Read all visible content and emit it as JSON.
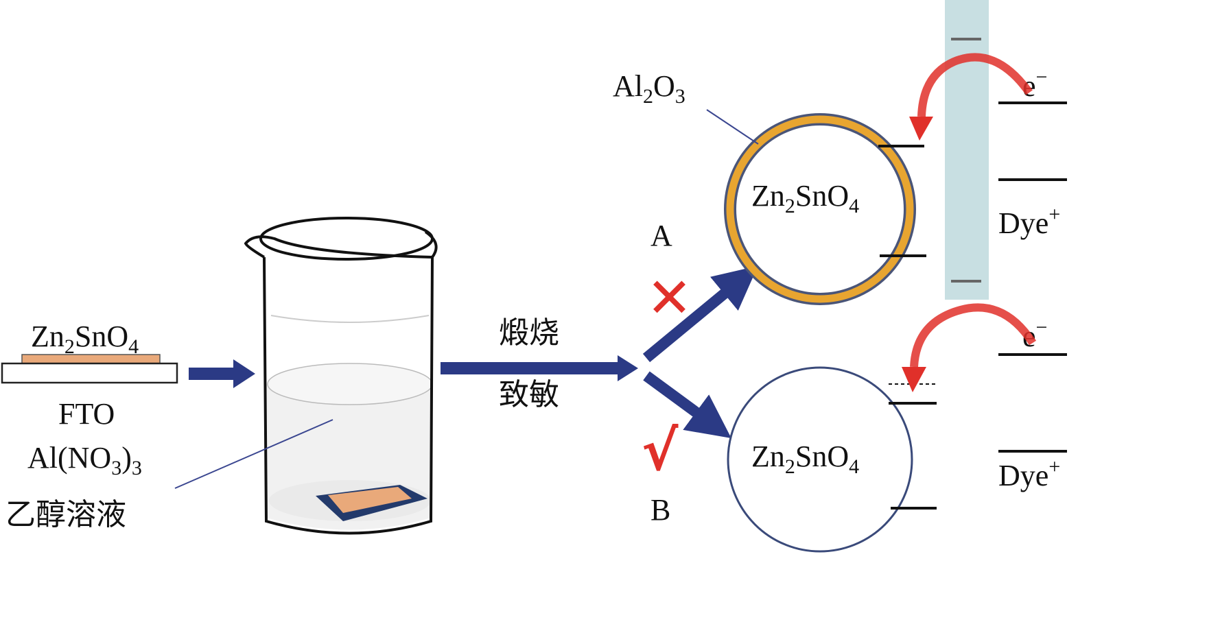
{
  "substrate": {
    "film": {
      "a": "Zn",
      "s1": "2",
      "b": "SnO",
      "s2": "4"
    },
    "base_label": "FTO"
  },
  "solution": {
    "a": "Al(NO",
    "s1": "3",
    "b": ")",
    "s2": "3",
    "solvent": "乙醇溶液"
  },
  "process": {
    "step1": "煅烧",
    "step2": "致敏"
  },
  "route_a": {
    "label": "A",
    "mark": "✕"
  },
  "route_b": {
    "label": "B",
    "mark": "√"
  },
  "shell": {
    "a": "Al",
    "s1": "2",
    "b": "O",
    "s2": "3"
  },
  "particle_top": {
    "a": "Zn",
    "s1": "2",
    "b": "SnO",
    "s2": "4"
  },
  "particle_bottom": {
    "a": "Zn",
    "s1": "2",
    "b": "SnO",
    "s2": "4"
  },
  "levels_top": {
    "electron": "e",
    "electron_sup": "−",
    "dye": "Dye",
    "dye_sup": "+"
  },
  "levels_bottom": {
    "electron": "e",
    "electron_sup": "−",
    "dye": "Dye",
    "dye_sup": "+"
  },
  "colors": {
    "arrow": "#2b3a85",
    "shell": "#e8a530",
    "band": "#c8dfe2",
    "red": "#e0302a",
    "film": "#e9a97a"
  }
}
